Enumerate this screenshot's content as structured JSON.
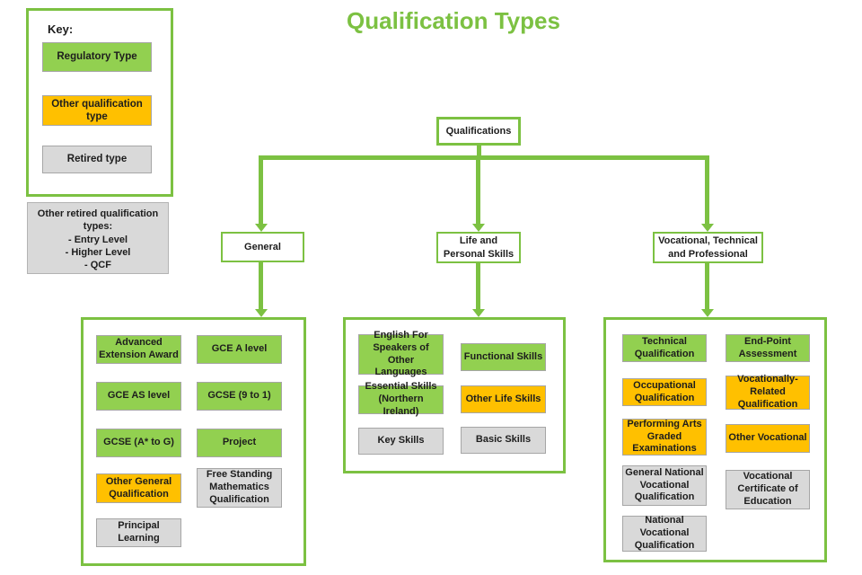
{
  "title": "Qualification Types",
  "colors": {
    "regulatory_fill": "#92d050",
    "other_fill": "#ffc000",
    "retired_fill": "#d9d9d9",
    "line_green": "#7cc142",
    "title_green": "#7cc142"
  },
  "key": {
    "heading": "Key:",
    "items": [
      {
        "label": "Regulatory Type",
        "type": "regulatory"
      },
      {
        "label": "Other qualification type",
        "type": "other"
      },
      {
        "label": "Retired type",
        "type": "retired"
      }
    ]
  },
  "retired_note": {
    "heading": "Other retired qualification types:",
    "items": [
      "- Entry Level",
      "- Higher Level",
      "- QCF"
    ]
  },
  "root": {
    "label": "Qualifications"
  },
  "branches": [
    {
      "label": "General",
      "children": [
        {
          "label": "Advanced Extension Award",
          "type": "regulatory"
        },
        {
          "label": "GCE A level",
          "type": "regulatory"
        },
        {
          "label": "GCE AS level",
          "type": "regulatory"
        },
        {
          "label": "GCSE (9 to 1)",
          "type": "regulatory"
        },
        {
          "label": "GCSE (A* to G)",
          "type": "regulatory"
        },
        {
          "label": "Project",
          "type": "regulatory"
        },
        {
          "label": "Other General Qualification",
          "type": "other"
        },
        {
          "label": "Free Standing Mathematics Qualification",
          "type": "retired"
        },
        {
          "label": "Principal Learning",
          "type": "retired"
        }
      ]
    },
    {
      "label": "Life and Personal Skills",
      "children": [
        {
          "label": "English For Speakers of Other Languages",
          "type": "regulatory"
        },
        {
          "label": "Functional Skills",
          "type": "regulatory"
        },
        {
          "label": "Essential Skills (Northern Ireland)",
          "type": "regulatory"
        },
        {
          "label": "Other Life Skills",
          "type": "other"
        },
        {
          "label": "Key Skills",
          "type": "retired"
        },
        {
          "label": "Basic Skills",
          "type": "retired"
        }
      ]
    },
    {
      "label": "Vocational, Technical and Professional",
      "children": [
        {
          "label": "Technical Qualification",
          "type": "regulatory"
        },
        {
          "label": "End-Point Assessment",
          "type": "regulatory"
        },
        {
          "label": "Occupational Qualification",
          "type": "other"
        },
        {
          "label": "Vocationally-Related Qualification",
          "type": "other"
        },
        {
          "label": "Performing Arts Graded Examinations",
          "type": "other"
        },
        {
          "label": "Other Vocational",
          "type": "other"
        },
        {
          "label": "General National Vocational Qualification",
          "type": "retired"
        },
        {
          "label": "Vocational Certificate of Education",
          "type": "retired"
        },
        {
          "label": "National Vocational Qualification",
          "type": "retired"
        }
      ]
    }
  ]
}
